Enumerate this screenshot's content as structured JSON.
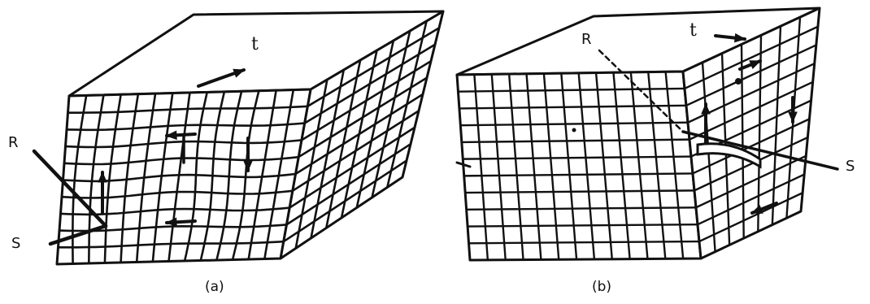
{
  "panels": [
    {
      "caption": "(a)",
      "label_r": "R",
      "label_s": "S",
      "label_t": "t"
    },
    {
      "caption": "(b)",
      "label_r": "R",
      "label_s": "S",
      "label_t": "t"
    }
  ],
  "colors": {
    "ink": "#111111",
    "paper": "#ffffff"
  }
}
